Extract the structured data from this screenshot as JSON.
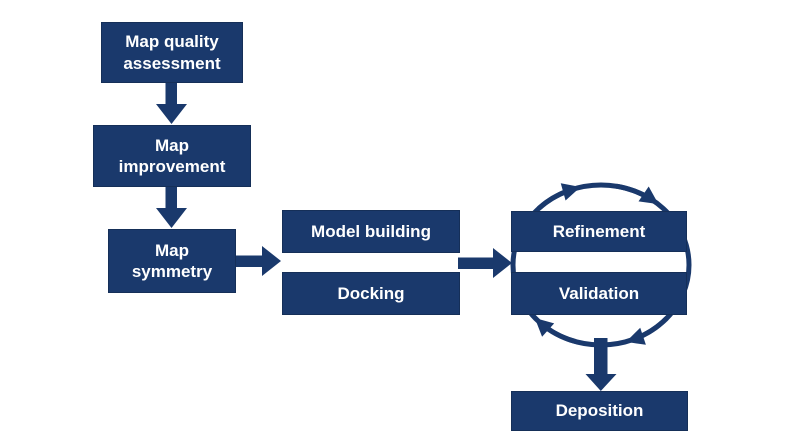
{
  "diagram": {
    "title": "Map-to-model workflow flowchart",
    "colors": {
      "box_fill": "#1a396c",
      "box_border": "#152f58",
      "connector": "#1a396c",
      "text": "#ffffff",
      "background": "#ffffff"
    },
    "nodes": {
      "map_quality": {
        "label": "Map quality assessment"
      },
      "map_improvement": {
        "label": "Map improvement"
      },
      "map_symmetry": {
        "label": "Map symmetry"
      },
      "model_building": {
        "label": "Model building"
      },
      "docking": {
        "label": "Docking"
      },
      "refinement": {
        "label": "Refinement"
      },
      "validation": {
        "label": "Validation"
      },
      "deposition": {
        "label": "Deposition"
      }
    },
    "edges": [
      {
        "from": "Map quality assessment",
        "to": "Map improvement",
        "type": "arrow-down"
      },
      {
        "from": "Map improvement",
        "to": "Map symmetry",
        "type": "arrow-down"
      },
      {
        "from": "Map symmetry",
        "to": "Model building / Docking",
        "type": "arrow-right"
      },
      {
        "from": "Model building / Docking",
        "to": "Refinement / Validation",
        "type": "arrow-right"
      },
      {
        "from": "Refinement",
        "to": "Validation",
        "type": "cycle-clockwise"
      },
      {
        "from": "Refinement / Validation",
        "to": "Deposition",
        "type": "arrow-down"
      }
    ]
  }
}
